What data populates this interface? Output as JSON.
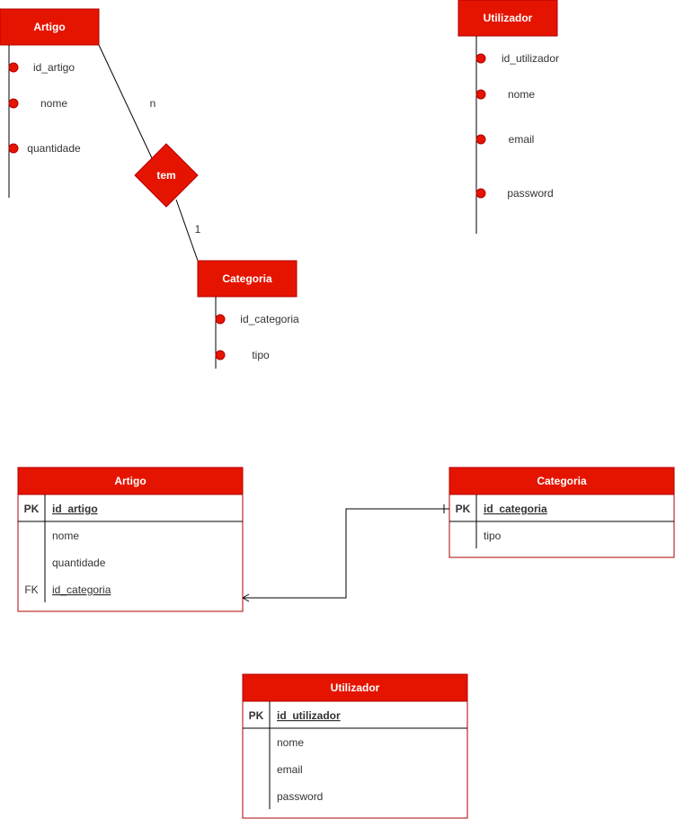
{
  "colors": {
    "accent": "#e51400",
    "accent_border": "#b20000",
    "line": "#000000",
    "text": "#333333"
  },
  "er": {
    "artigo": {
      "title": "Artigo",
      "attrs": [
        "id_artigo",
        "nome",
        "quantidade"
      ]
    },
    "utilizador": {
      "title": "Utilizador",
      "attrs": [
        "id_utilizador",
        "nome",
        "email",
        "password"
      ]
    },
    "categoria": {
      "title": "Categoria",
      "attrs": [
        "id_categoria",
        "tipo"
      ]
    },
    "relation": {
      "label": "tem",
      "card_artigo": "n",
      "card_categoria": "1"
    }
  },
  "tables": {
    "artigo": {
      "title": "Artigo",
      "pk_label": "PK",
      "pk_field": "id_artigo",
      "fields": [
        "nome",
        "quantidade"
      ],
      "fk_label": "FK",
      "fk_field": "id_categoria"
    },
    "categoria": {
      "title": "Categoria",
      "pk_label": "PK",
      "pk_field": "id_categoria",
      "fields": [
        "tipo"
      ]
    },
    "utilizador": {
      "title": "Utilizador",
      "pk_label": "PK",
      "pk_field": "id_utilizador",
      "fields": [
        "nome",
        "email",
        "password"
      ]
    }
  }
}
